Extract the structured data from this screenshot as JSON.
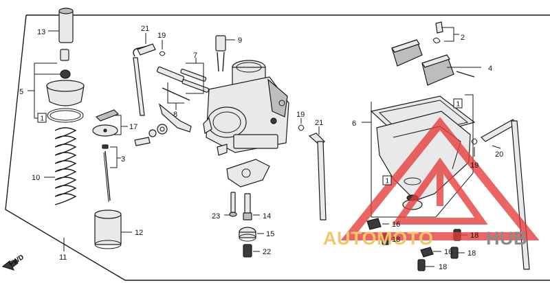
{
  "diagram": {
    "callouts": {
      "n2": "2",
      "n3": "3",
      "n4": "4",
      "n5": "5",
      "n6": "6",
      "n7": "7",
      "n8": "8",
      "n9": "9",
      "n10": "10",
      "n11": "11",
      "n12": "12",
      "n13": "13",
      "n14": "14",
      "n15": "15",
      "n16a": "16",
      "n16b": "16",
      "n17": "17",
      "n18a": "18",
      "n18b": "18",
      "n18c": "18",
      "n18d": "18",
      "n19a": "19",
      "n19b": "19",
      "n19c": "19",
      "n20": "20",
      "n21a": "21",
      "n21b": "21",
      "n22": "22",
      "n23": "23"
    },
    "boxed_refs": {
      "b1a": "1",
      "b1b": "1",
      "b1c": "1"
    },
    "direction_marker": "FWD",
    "watermark": {
      "part1": "AUTOMOTO",
      "part2": "HUB",
      "colors": {
        "triangle": "#e63a3a",
        "text_main": "#f2c76a",
        "text_hub": "#8a8a8a"
      }
    }
  }
}
